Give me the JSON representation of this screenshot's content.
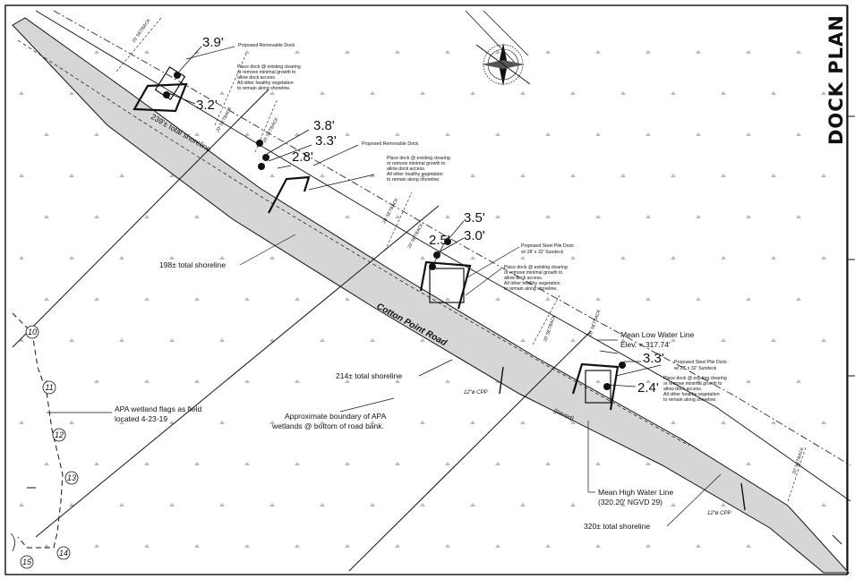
{
  "sheet_title": "DOCK PLAN",
  "road": {
    "name": "Cotton Point Road",
    "surface": "(paved)"
  },
  "setback_label": "20' SETBACK",
  "docks": [
    {
      "title": "Proposed Removable Dock",
      "note": [
        "Place dock @ existing clearing",
        "or remove minimal growth to",
        "allow dock access.",
        "All other healthy vegetation",
        "to remain along shoreline."
      ],
      "depths": [
        "3.9'",
        "3.2'"
      ],
      "shoreline": "239'± total shoreline"
    },
    {
      "title": "Proposed Removable Dock",
      "note": [
        "Place dock @ existing clearing",
        "or remove minimal growth to",
        "allow dock access.",
        "All other healthy vegetation",
        "to remain along shoreline."
      ],
      "depths": [
        "3.8'",
        "3.3'",
        "2.8'"
      ],
      "shoreline": "198± total shoreline"
    },
    {
      "title": [
        "Proposed Steel Pile Dock",
        "w/ 28' x 32' Sundeck"
      ],
      "note": [
        "Place dock @ existing clearing",
        "or remove minimal growth to",
        "allow dock access.",
        "All other healthy vegetation",
        "to remain along shoreline."
      ],
      "depths": [
        "3.5'",
        "3.0'",
        "2.5'"
      ],
      "shoreline": "214± total shoreline"
    },
    {
      "title": [
        "Proposed Steel Pile Dock",
        "w/ 28' x 32' Sundeck"
      ],
      "note": [
        "Place dock @ existing clearing",
        "or remove minimal growth to",
        "allow dock access.",
        "All other healthy vegetation",
        "to remain along shoreline."
      ],
      "depths": [
        "3.3'",
        "2.4'"
      ],
      "shoreline": "320± total shoreline"
    }
  ],
  "mean_low_water": [
    "Mean Low Water Line",
    "Elev. = 317.74'"
  ],
  "mean_high_water": [
    "Mean High Water Line",
    "(320.20' NGVD 29)"
  ],
  "wetland_flags_note": [
    "APA wetland flags as field",
    "located 4-23-19"
  ],
  "wetland_boundary_note": [
    "Approximate boundary of APA",
    "wetlands @ bottom of road bank."
  ],
  "culverts": [
    "12\"ø CPP",
    "12\"ø CPP"
  ],
  "wetland_flags": [
    "10",
    "11",
    "12",
    "13",
    "14",
    "15"
  ],
  "colors": {
    "road_fill": "#d6d6d6",
    "line": "#111111"
  }
}
